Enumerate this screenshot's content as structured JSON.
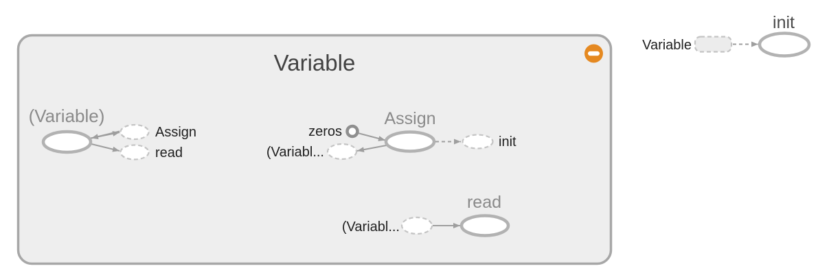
{
  "colors": {
    "background": "#ffffff",
    "group_fill": "#eeeeee",
    "group_stroke": "#a7a7a7",
    "node_fill": "#ffffff",
    "node_stroke": "#b2b2b2",
    "dashed_stroke": "#c4c4c4",
    "ref_fill": "#ececec",
    "const_stroke": "#8f8f8f",
    "edge": "#9e9e9e",
    "collapse_button": "#e58921",
    "title": "#424242",
    "inner_title": "#8a8a8a",
    "outer_title": "#4a4a4a",
    "label": "#1e1e1e"
  },
  "group": {
    "title": "Variable"
  },
  "nodes": {
    "variable": {
      "title": "(Variable)"
    },
    "assign": {
      "title": "Assign"
    },
    "read": {
      "title": "read"
    },
    "init_external": {
      "title": "init"
    }
  },
  "annotations": {
    "assign": "Assign",
    "read": "read",
    "zeros": "zeros",
    "variable_truncated_1": "(Variabl...",
    "init": "init",
    "variable_truncated_2": "(Variabl...",
    "variable_external": "Variable"
  }
}
